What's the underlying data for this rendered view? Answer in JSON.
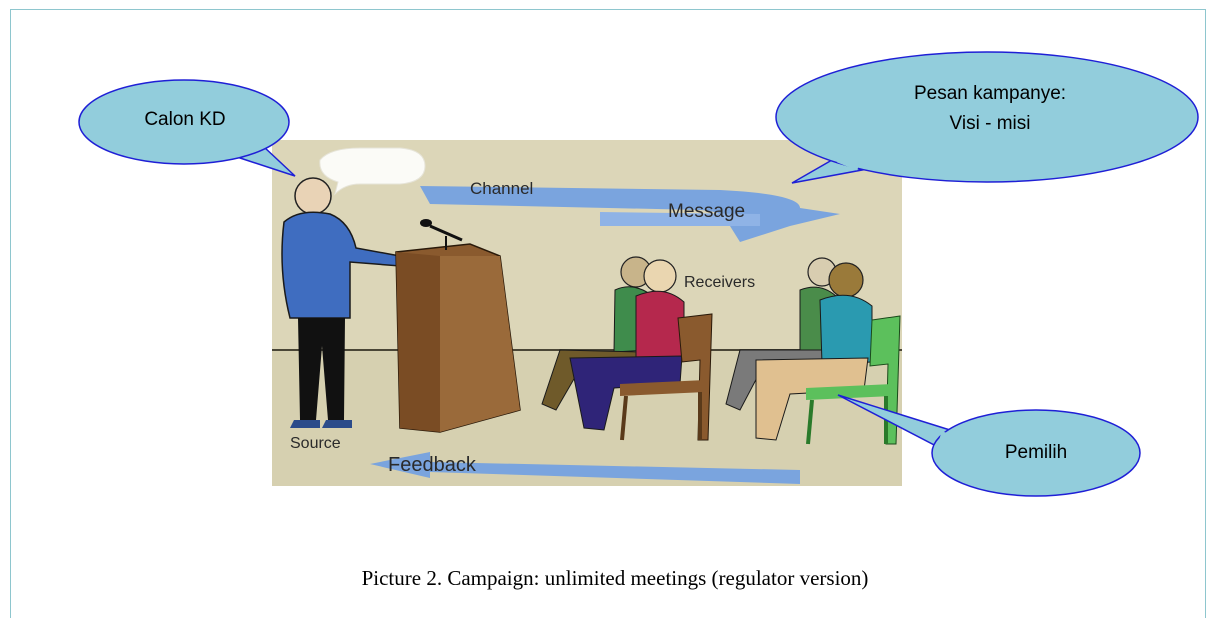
{
  "figure": {
    "image_labels": {
      "channel": "Channel",
      "message": "Message",
      "receivers": "Receivers",
      "source": "Source",
      "feedback": "Feedback"
    },
    "callouts": {
      "candidate": "Calon KD",
      "campaign_message_line1": "Pesan kampanye:",
      "campaign_message_line2": "Visi - misi",
      "voters": "Pemilih"
    },
    "caption": "Picture 2. Campaign: unlimited meetings (regulator version)"
  },
  "colors": {
    "callout_fill": "#92cddc",
    "callout_stroke": "#1f1fd6",
    "arrow_blue": "#6e98d9",
    "frame": "#8ec6ce"
  }
}
